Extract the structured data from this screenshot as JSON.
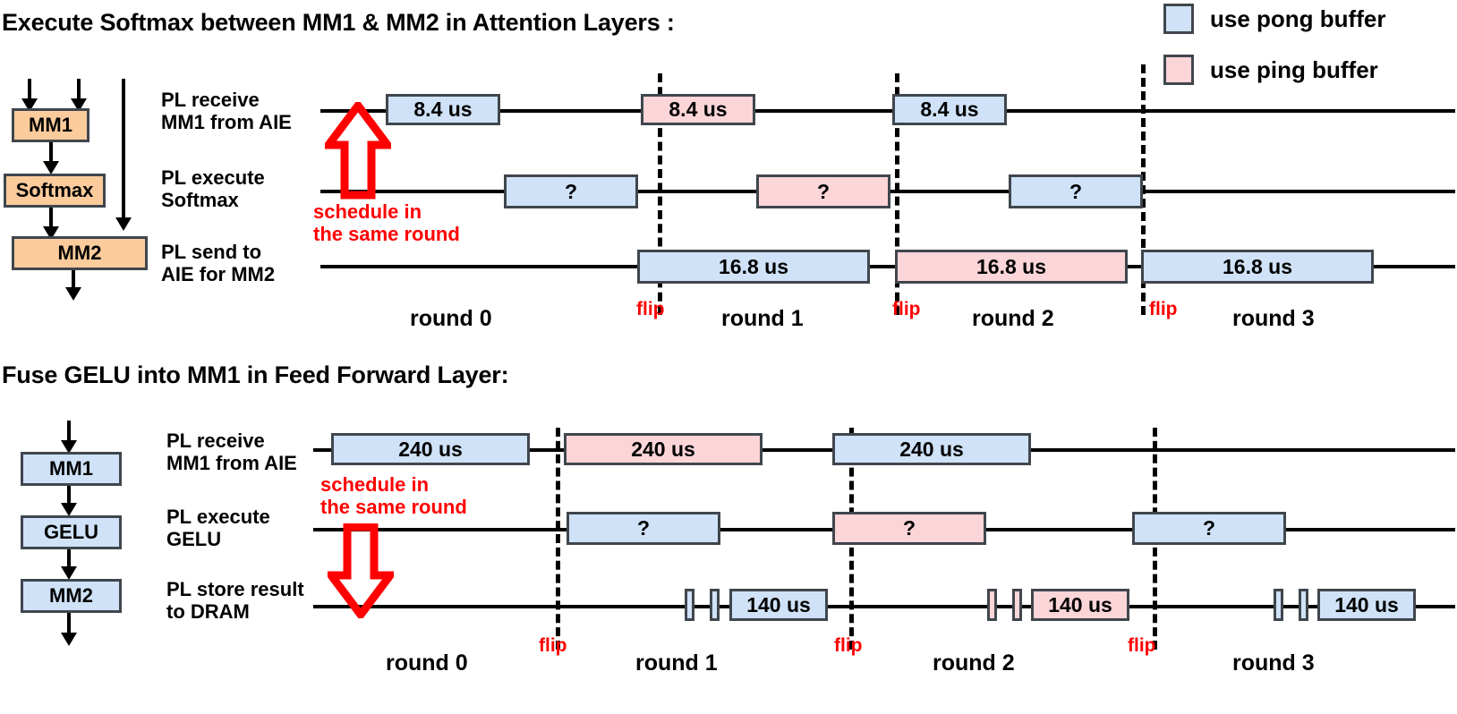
{
  "legend": {
    "items": [
      {
        "label": "use pong buffer",
        "color": "#cfe2f7",
        "icon": "square-icon"
      },
      {
        "label": "use ping buffer",
        "color": "#fbd5d8",
        "icon": "square-icon"
      }
    ]
  },
  "sections": [
    {
      "title": "Execute  Softmax between MM1 & MM2 in Attention Layers :",
      "flow": {
        "box_color": "#fbcb9c",
        "nodes": [
          "MM1",
          "Softmax",
          "MM2"
        ]
      },
      "annotation": {
        "line1": "schedule in",
        "line2": "the same round",
        "arrow": "up-arrow-icon"
      },
      "rows": [
        {
          "label_line1": "PL receive",
          "label_line2": "MM1 from AIE"
        },
        {
          "label_line1": "PL execute",
          "label_line2": "Softmax"
        },
        {
          "label_line1": "PL send to",
          "label_line2": "AIE for MM2"
        }
      ],
      "rounds": [
        "round 0",
        "round 1",
        "round 2",
        "round 3"
      ],
      "flips": [
        "flip",
        "flip",
        "flip"
      ],
      "bars": [
        {
          "row": 0,
          "round": 0,
          "label": "8.4 us",
          "buffer": "pong"
        },
        {
          "row": 0,
          "round": 1,
          "label": "8.4 us",
          "buffer": "ping"
        },
        {
          "row": 0,
          "round": 2,
          "label": "8.4 us",
          "buffer": "pong"
        },
        {
          "row": 1,
          "round": 0,
          "label": "?",
          "buffer": "pong"
        },
        {
          "row": 1,
          "round": 1,
          "label": "?",
          "buffer": "ping"
        },
        {
          "row": 1,
          "round": 2,
          "label": "?",
          "buffer": "pong"
        },
        {
          "row": 2,
          "round": 1,
          "label": "16.8 us",
          "buffer": "pong"
        },
        {
          "row": 2,
          "round": 2,
          "label": "16.8 us",
          "buffer": "ping"
        },
        {
          "row": 2,
          "round": 3,
          "label": "16.8 us",
          "buffer": "pong"
        }
      ]
    },
    {
      "title": "Fuse GELU into MM1 in Feed Forward Layer:",
      "flow": {
        "box_color": "#cfe2f7",
        "nodes": [
          "MM1",
          "GELU",
          "MM2"
        ]
      },
      "annotation": {
        "line1": "schedule in",
        "line2": "the same round",
        "arrow": "down-arrow-icon"
      },
      "rows": [
        {
          "label_line1": "PL receive",
          "label_line2": "MM1 from AIE"
        },
        {
          "label_line1": "PL execute",
          "label_line2": "GELU"
        },
        {
          "label_line1": "PL store result",
          "label_line2": "to DRAM"
        }
      ],
      "rounds": [
        "round 0",
        "round 1",
        "round 2",
        "round 3"
      ],
      "flips": [
        "flip",
        "flip",
        "flip"
      ],
      "bars": [
        {
          "row": 0,
          "round": 0,
          "label": "240 us",
          "buffer": "pong"
        },
        {
          "row": 0,
          "round": 1,
          "label": "240 us",
          "buffer": "ping"
        },
        {
          "row": 0,
          "round": 2,
          "label": "240 us",
          "buffer": "pong"
        },
        {
          "row": 1,
          "round": 1,
          "label": "?",
          "buffer": "pong"
        },
        {
          "row": 1,
          "round": 2,
          "label": "?",
          "buffer": "ping"
        },
        {
          "row": 1,
          "round": 3,
          "label": "?",
          "buffer": "pong"
        },
        {
          "row": 2,
          "round": 1,
          "label": "140 us",
          "buffer": "pong"
        },
        {
          "row": 2,
          "round": 2,
          "label": "140 us",
          "buffer": "ping"
        },
        {
          "row": 2,
          "round": 3,
          "label": "140 us",
          "buffer": "pong"
        }
      ]
    }
  ],
  "colors": {
    "pong": "#cfe2f7",
    "ping": "#fbd5d8",
    "orange": "#fbcb9c",
    "stroke": "#40464d",
    "red": "#ff0000",
    "black": "#000000"
  }
}
